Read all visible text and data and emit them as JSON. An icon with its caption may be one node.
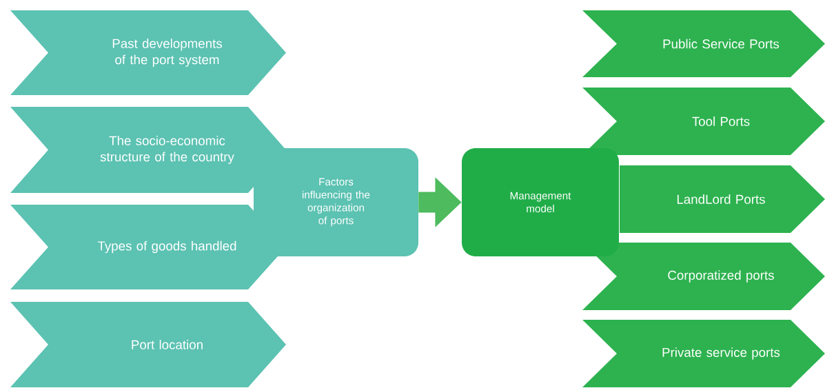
{
  "diagram": {
    "nodes": [
      {
        "text": [
          "Past developments of the port system"
        ]
      },
      {
        "text": [
          "The socio-economic structure of the country"
        ]
      },
      {
        "text": [
          "Types of goods handled"
        ]
      },
      {
        "text": [
          "Port location"
        ]
      },
      {
        "text": [
          "Factors influencing the organization of ports"
        ]
      },
      {
        "text": [
          "Management model"
        ]
      },
      {
        "text": [
          "Public Service Ports"
        ]
      },
      {
        "text": [
          "Tool Ports"
        ]
      },
      {
        "text": [
          "LandLord Ports"
        ]
      },
      {
        "text": [
          "Corporatized ports"
        ]
      },
      {
        "text": [
          "Private service ports"
        ]
      }
    ],
    "edges": [
      {
        "from": 4,
        "to": 5,
        "arrow": "to"
      }
    ]
  }
}
